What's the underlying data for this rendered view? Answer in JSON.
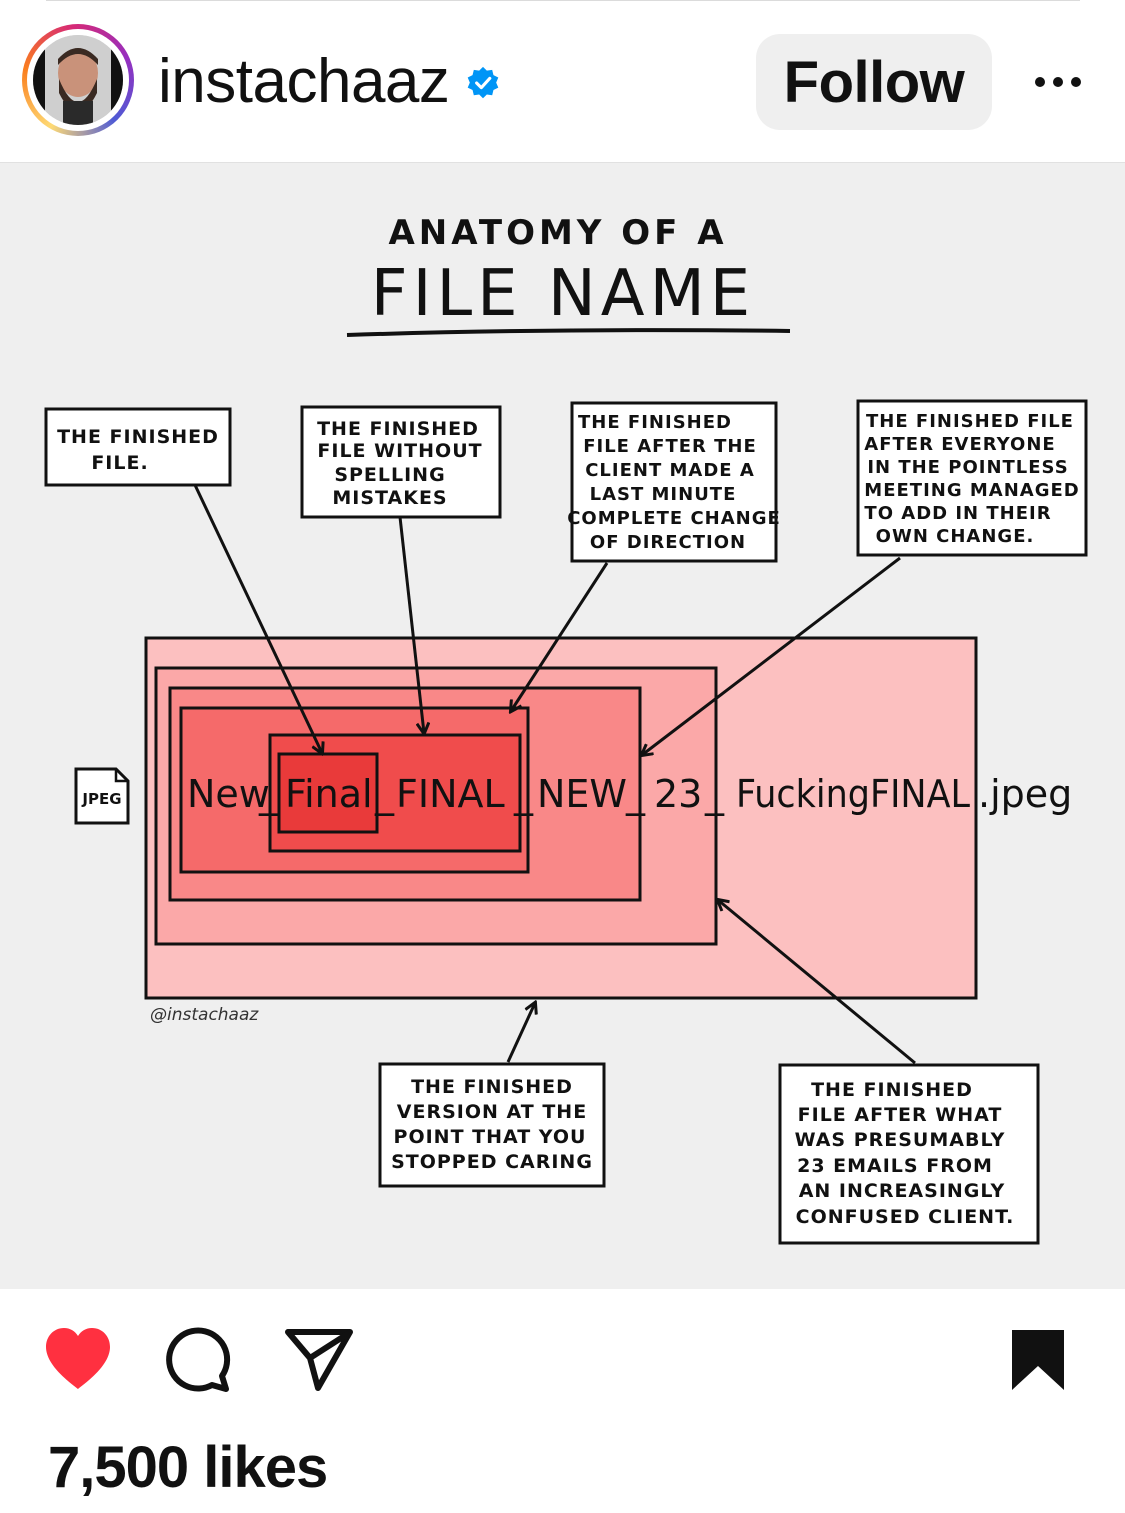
{
  "header": {
    "username": "instachaaz",
    "verified": true,
    "follow_label": "Follow",
    "avatar_icon": "user-avatar",
    "more_icon": "more-horizontal-icon"
  },
  "post_image": {
    "title_line1": "ANATOMY OF A",
    "title_line2": "FILE NAME",
    "file_icon_label": "JPEG",
    "filename_parts": [
      "New",
      "_",
      "Final",
      "_",
      "FINAL",
      "_",
      "NEW",
      "_",
      "23",
      "_",
      "FuckingFINAL",
      ".jpeg"
    ],
    "watermark": "@instachaaz",
    "callouts": {
      "box1": [
        "THE FINISHED",
        "FILE."
      ],
      "box2": [
        "THE FINISHED",
        "FILE WITHOUT",
        "SPELLING",
        "MISTAKES"
      ],
      "box3": [
        "THE FINISHED",
        "FILE AFTER THE",
        "CLIENT MADE A",
        "LAST MINUTE",
        "COMPLETE CHANGE",
        "OF DIRECTION"
      ],
      "box4": [
        "THE FINISHED FILE",
        "AFTER EVERYONE",
        "IN THE POINTLESS",
        "MEETING MANAGED",
        "TO ADD IN THEIR",
        "OWN CHANGE."
      ],
      "box5": [
        "THE FINISHED",
        "VERSION AT THE",
        "POINT THAT YOU",
        "STOPPED CARING"
      ],
      "box6": [
        "THE FINISHED",
        "FILE AFTER WHAT",
        "WAS PRESUMABLY",
        "23 EMAILS FROM",
        "AN INCREASINGLY",
        "CONFUSED CLIENT."
      ]
    },
    "colors": {
      "layer1": "#fcc0c0",
      "layer2": "#fba8a8",
      "layer3": "#f98888",
      "layer4": "#f56a6a",
      "layer5": "#f04c4c",
      "layer6": "#e93a3a"
    }
  },
  "actions": {
    "like_icon": "heart-filled-icon",
    "comment_icon": "comment-icon",
    "share_icon": "send-icon",
    "save_icon": "bookmark-filled-icon",
    "like_color": "#ff3040"
  },
  "likes": "7,500 likes"
}
